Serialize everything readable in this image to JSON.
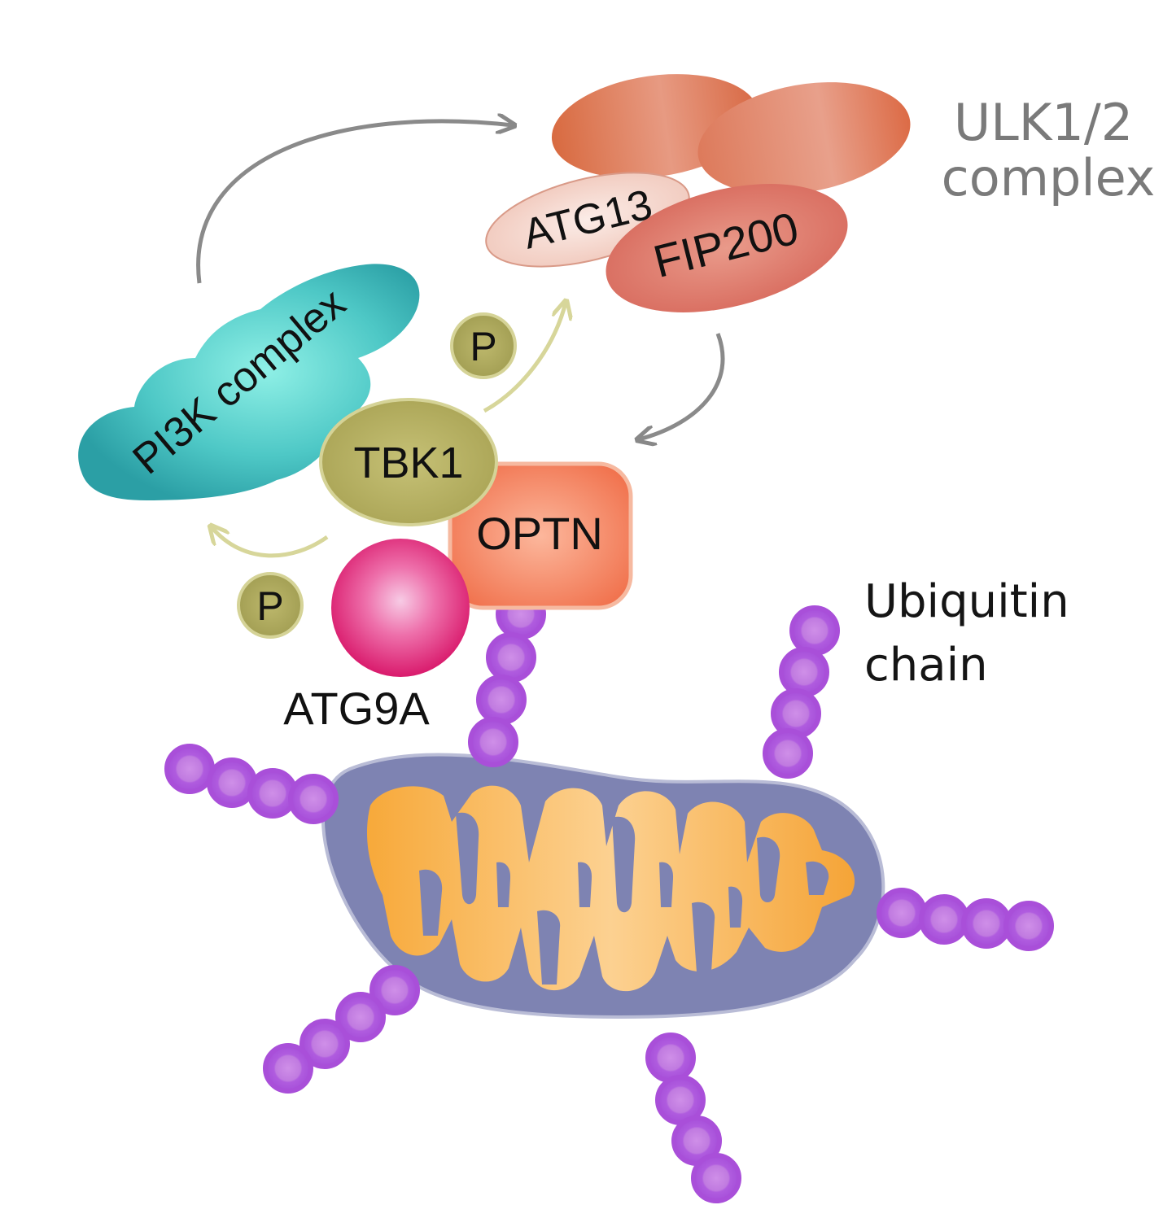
{
  "labels": {
    "ulk_line1": "ULK1/2",
    "ulk_line2": "complex",
    "atg13": "ATG13",
    "fip200": "FIP200",
    "pi3k": "PI3K complex",
    "tbk1": "TBK1",
    "optn": "OPTN",
    "atg9a": "ATG9A",
    "p_top": "P",
    "p_bottom": "P",
    "ubiquitin_line1": "Ubiquitin",
    "ubiquitin_line2": "chain"
  },
  "colors": {
    "ulk": "#e07a56",
    "atg13": "#f6d7ce",
    "fip200": "#dc7566",
    "pi3k": "#3fb8b8",
    "tbk1": "#b3ad5c",
    "optn": "#f48a63",
    "atg9a": "#e8307f",
    "phospho": "#a8a45a",
    "phospho_arrow": "#d7d69a",
    "gray_arrow": "#8a8a8a",
    "mito_outer": "#7e83b2",
    "mito_inner": "#f8ae43",
    "ubiquitin": "#b865e4"
  },
  "icons": {
    "mitochondrion": "mitochondrion-icon",
    "ubiquitin_bead": "ubiquitin-bead-icon"
  }
}
